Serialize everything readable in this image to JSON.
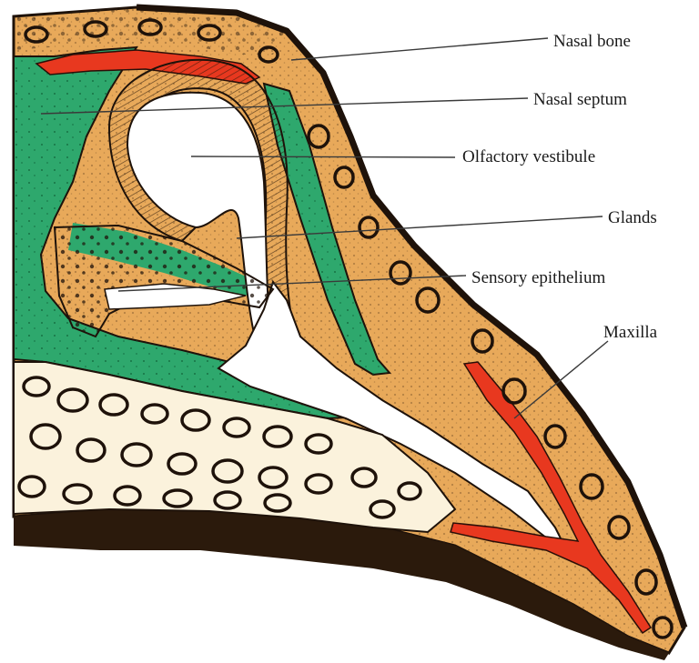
{
  "labels": {
    "nasal_bone": "Nasal bone",
    "nasal_septum": "Nasal septum",
    "olfactory_vestibule": "Olfactory vestibule",
    "glands": "Glands",
    "sensory_epithelium": "Sensory epithelium",
    "maxilla": "Maxilla"
  },
  "colors": {
    "connective_tissue": "#e8a95a",
    "cartilage": "#2ea86d",
    "bone": "#e8381f",
    "outline": "#1e120a",
    "marrow": "#fbf2dc",
    "background": "#ffffff"
  }
}
